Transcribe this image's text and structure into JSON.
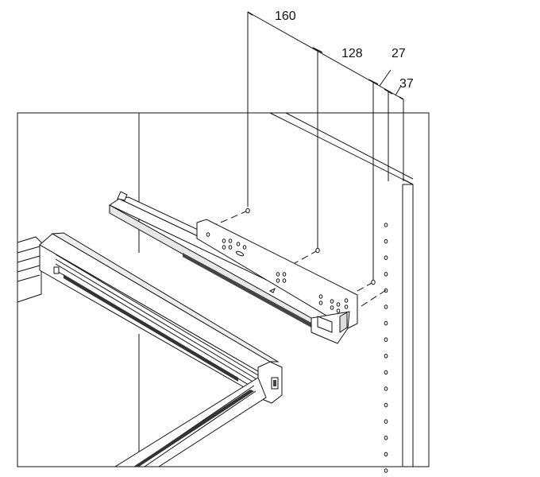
{
  "diagram": {
    "dimensions": [
      {
        "label": "160"
      },
      {
        "label": "128"
      },
      {
        "label": "27"
      },
      {
        "label": "37"
      }
    ],
    "parts": [
      {
        "name": "cabinet-side-panel",
        "holes_count": 16
      },
      {
        "name": "drawer-runner"
      },
      {
        "name": "drawer-frame"
      }
    ],
    "colors": {
      "line": "#111111",
      "fill": "#ffffff",
      "shade": "#d9d9d9"
    }
  }
}
